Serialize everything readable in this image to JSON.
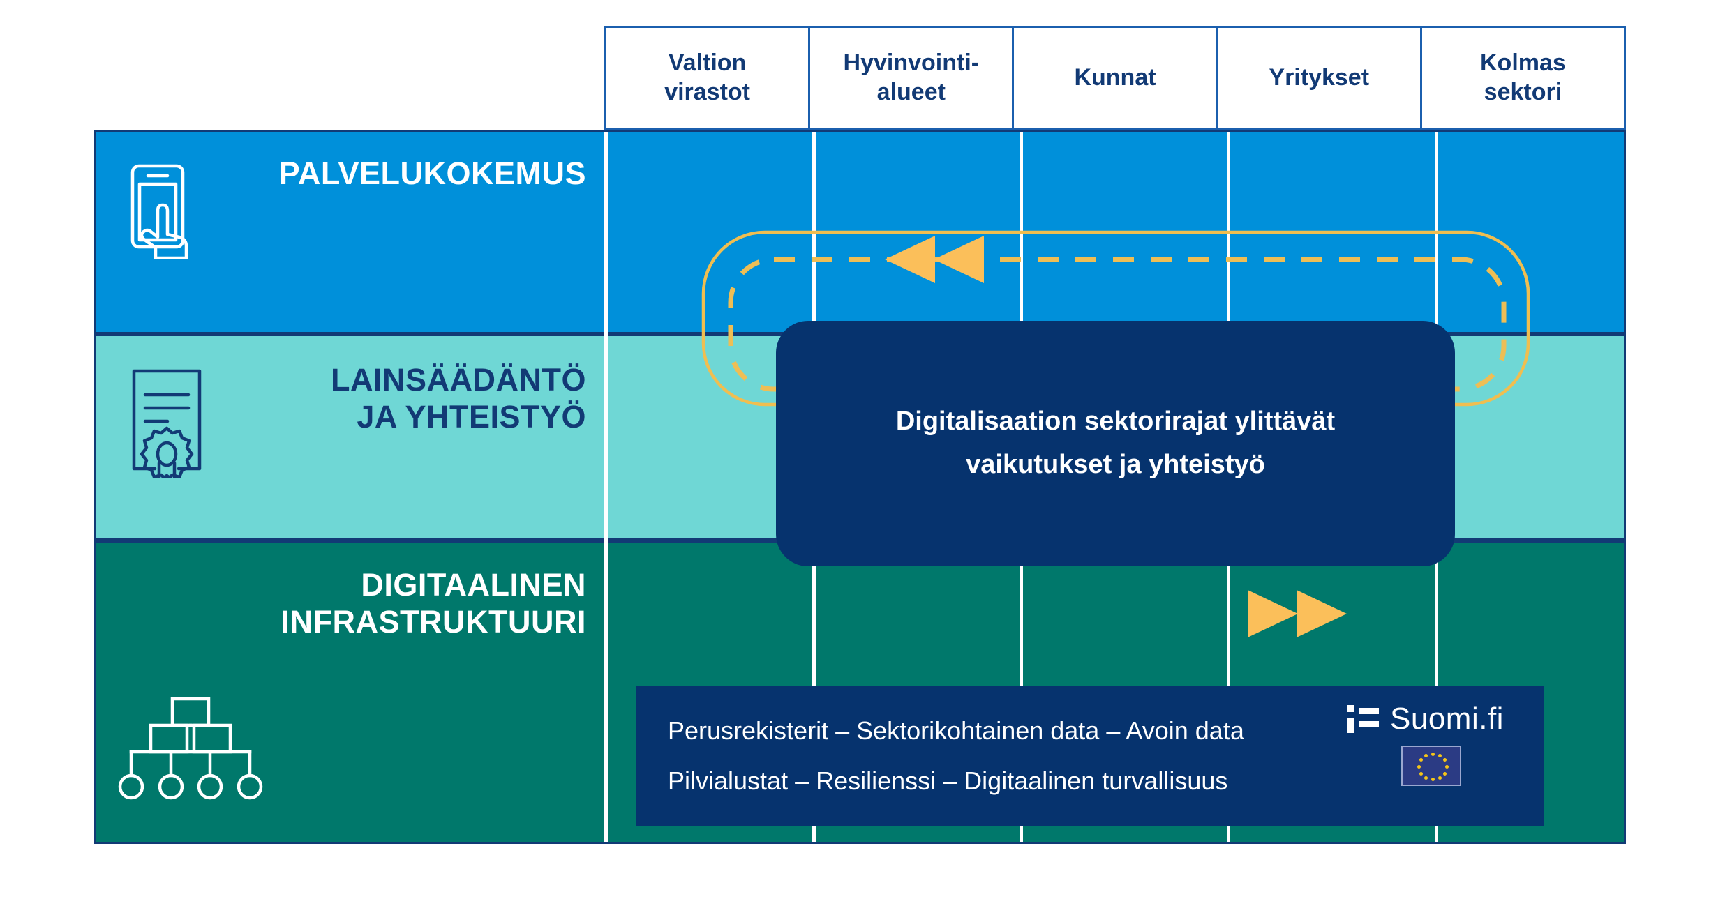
{
  "columns": [
    {
      "label": "Valtion\nvirastot"
    },
    {
      "label": "Hyvinvointi-\nalueet"
    },
    {
      "label": "Kunnat"
    },
    {
      "label": "Yritykset"
    },
    {
      "label": "Kolmas\nsektori"
    }
  ],
  "rows": [
    {
      "label": "PALVELUKOKEMUS",
      "icon": "mobile-touch-icon",
      "background": "#0090DA",
      "text_color": "#FFFFFF"
    },
    {
      "label": "LAINSÄÄDÄNTÖ\nJA YHTEISTYÖ",
      "icon": "certificate-seal-icon",
      "background": "#6FD7D5",
      "text_color": "#123A75"
    },
    {
      "label": "DIGITAALINEN\nINFRASTRUKTUURI",
      "icon": "network-hierarchy-icon",
      "background": "#00786B",
      "text_color": "#FFFFFF"
    }
  ],
  "callout": {
    "text": "Digitalisaation sektorirajat ylittävät\nvaikutukset ja yhteistyö",
    "background": "#06336E",
    "text_color": "#FFFFFF"
  },
  "bottom_bar": {
    "line1": "Perusrekisterit – Sektorikohtainen data – Avoin data",
    "line2": "Pilvialustat – Resilienssi – Digitaalinen turvallisuus",
    "background": "#06336E",
    "brand_name": "Suomi.fi"
  },
  "loop": {
    "accent_color": "#F0BE50",
    "arrow_color": "#FBBF5A",
    "top_arrow_direction": "left",
    "bottom_arrow_direction": "right"
  },
  "grid": {
    "border_color": "#123A75",
    "header_border_color": "#1B5FAE",
    "divider_color": "#FFFFFF"
  }
}
